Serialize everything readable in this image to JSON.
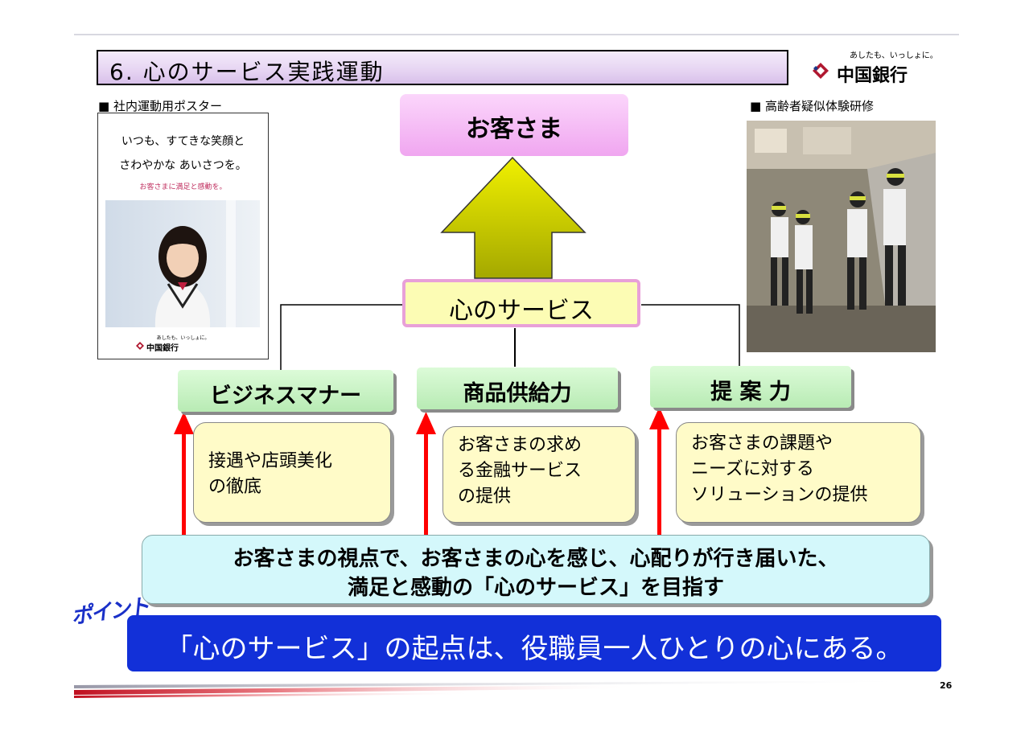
{
  "title": "6. 心のサービス実践運動",
  "brand": {
    "tagline": "あしたも、いっしょに。",
    "name": "中国銀行"
  },
  "left_caption": "■ 社内運動用ポスター",
  "right_caption": "■ 高齢者疑似体験研修",
  "poster": {
    "line1": "いつも、すてきな笑顔と",
    "line2": "さわやかな あいさつを。",
    "line3": "お客さまに満足と感動を。",
    "tagline": "あしたも、いっしょに。",
    "bank": "中国銀行"
  },
  "top_box": "お客さま",
  "core_box": "心のサービス",
  "pillars": [
    {
      "header": "ビジネスマナー",
      "lines": [
        "接遇や店頭美化",
        "の徹底"
      ]
    },
    {
      "header": "商品供給力",
      "lines": [
        "お客さまの求め",
        "る金融サービス",
        "の提供"
      ]
    },
    {
      "header": "提 案 力",
      "lines": [
        "お客さまの課題や",
        "ニーズに対する",
        "ソリューションの提供"
      ]
    }
  ],
  "mission": {
    "line1": "お客さまの視点で、お客さまの心を感じ、心配りが行き届いた、",
    "line2": "満足と感動の「心のサービス」を目指す"
  },
  "point_label": "ポイント",
  "point_text": "「心のサービス」の起点は、役職員一人ひとりの心にある。",
  "page_number": "26",
  "colors": {
    "title_bg": "#e6d4f2",
    "top_box": "#f0a6f0",
    "core_box": "#fcfcb4",
    "pillar_header": "#c8f0c4",
    "sub_box": "#fffbc8",
    "mission_bg": "#d4f8fb",
    "point_bg": "#1230d8",
    "arrow_red": "#ff0000",
    "big_arrow": "#c8d400"
  }
}
